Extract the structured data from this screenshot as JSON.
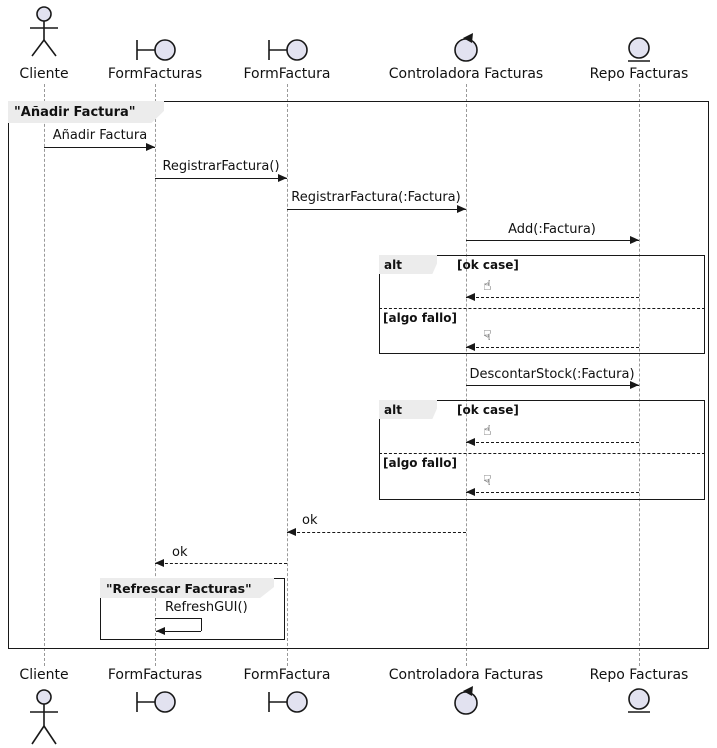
{
  "diagram": {
    "main_frame": {
      "title": "\"Añadir Factura\""
    },
    "inner_frame": {
      "title": "\"Refrescar Facturas\""
    },
    "participants": [
      {
        "name": "Cliente",
        "type": "actor"
      },
      {
        "name": "FormFacturas",
        "type": "boundary"
      },
      {
        "name": "FormFactura",
        "type": "boundary"
      },
      {
        "name": "Controladora Facturas",
        "type": "control"
      },
      {
        "name": "Repo Facturas",
        "type": "entity"
      }
    ],
    "messages": [
      {
        "label": "Añadir Factura",
        "from": "Cliente",
        "to": "FormFacturas",
        "style": "solid"
      },
      {
        "label": "RegistrarFactura()",
        "from": "FormFacturas",
        "to": "FormFactura",
        "style": "solid"
      },
      {
        "label": "RegistrarFactura(:Factura)",
        "from": "FormFactura",
        "to": "Controladora Facturas",
        "style": "solid"
      },
      {
        "label": "Add(:Factura)",
        "from": "Controladora Facturas",
        "to": "Repo Facturas",
        "style": "solid"
      },
      {
        "label": "DescontarStock(:Factura)",
        "from": "Controladora Facturas",
        "to": "Repo Facturas",
        "style": "solid"
      },
      {
        "label": "ok",
        "from": "Controladora Facturas",
        "to": "FormFactura",
        "style": "dashed"
      },
      {
        "label": "ok",
        "from": "FormFactura",
        "to": "FormFacturas",
        "style": "dashed"
      },
      {
        "label": "RefreshGUI()",
        "from": "FormFacturas",
        "to": "FormFacturas",
        "style": "self"
      }
    ],
    "alt_frames": [
      {
        "operator": "alt",
        "ok_guard": "[ok case]",
        "ok_icon": "☝",
        "fail_guard": "[algo fallo]",
        "fail_icon": "☟"
      },
      {
        "operator": "alt",
        "ok_guard": "[ok case]",
        "ok_icon": "☝",
        "fail_guard": "[algo fallo]",
        "fail_icon": "☟"
      }
    ]
  }
}
